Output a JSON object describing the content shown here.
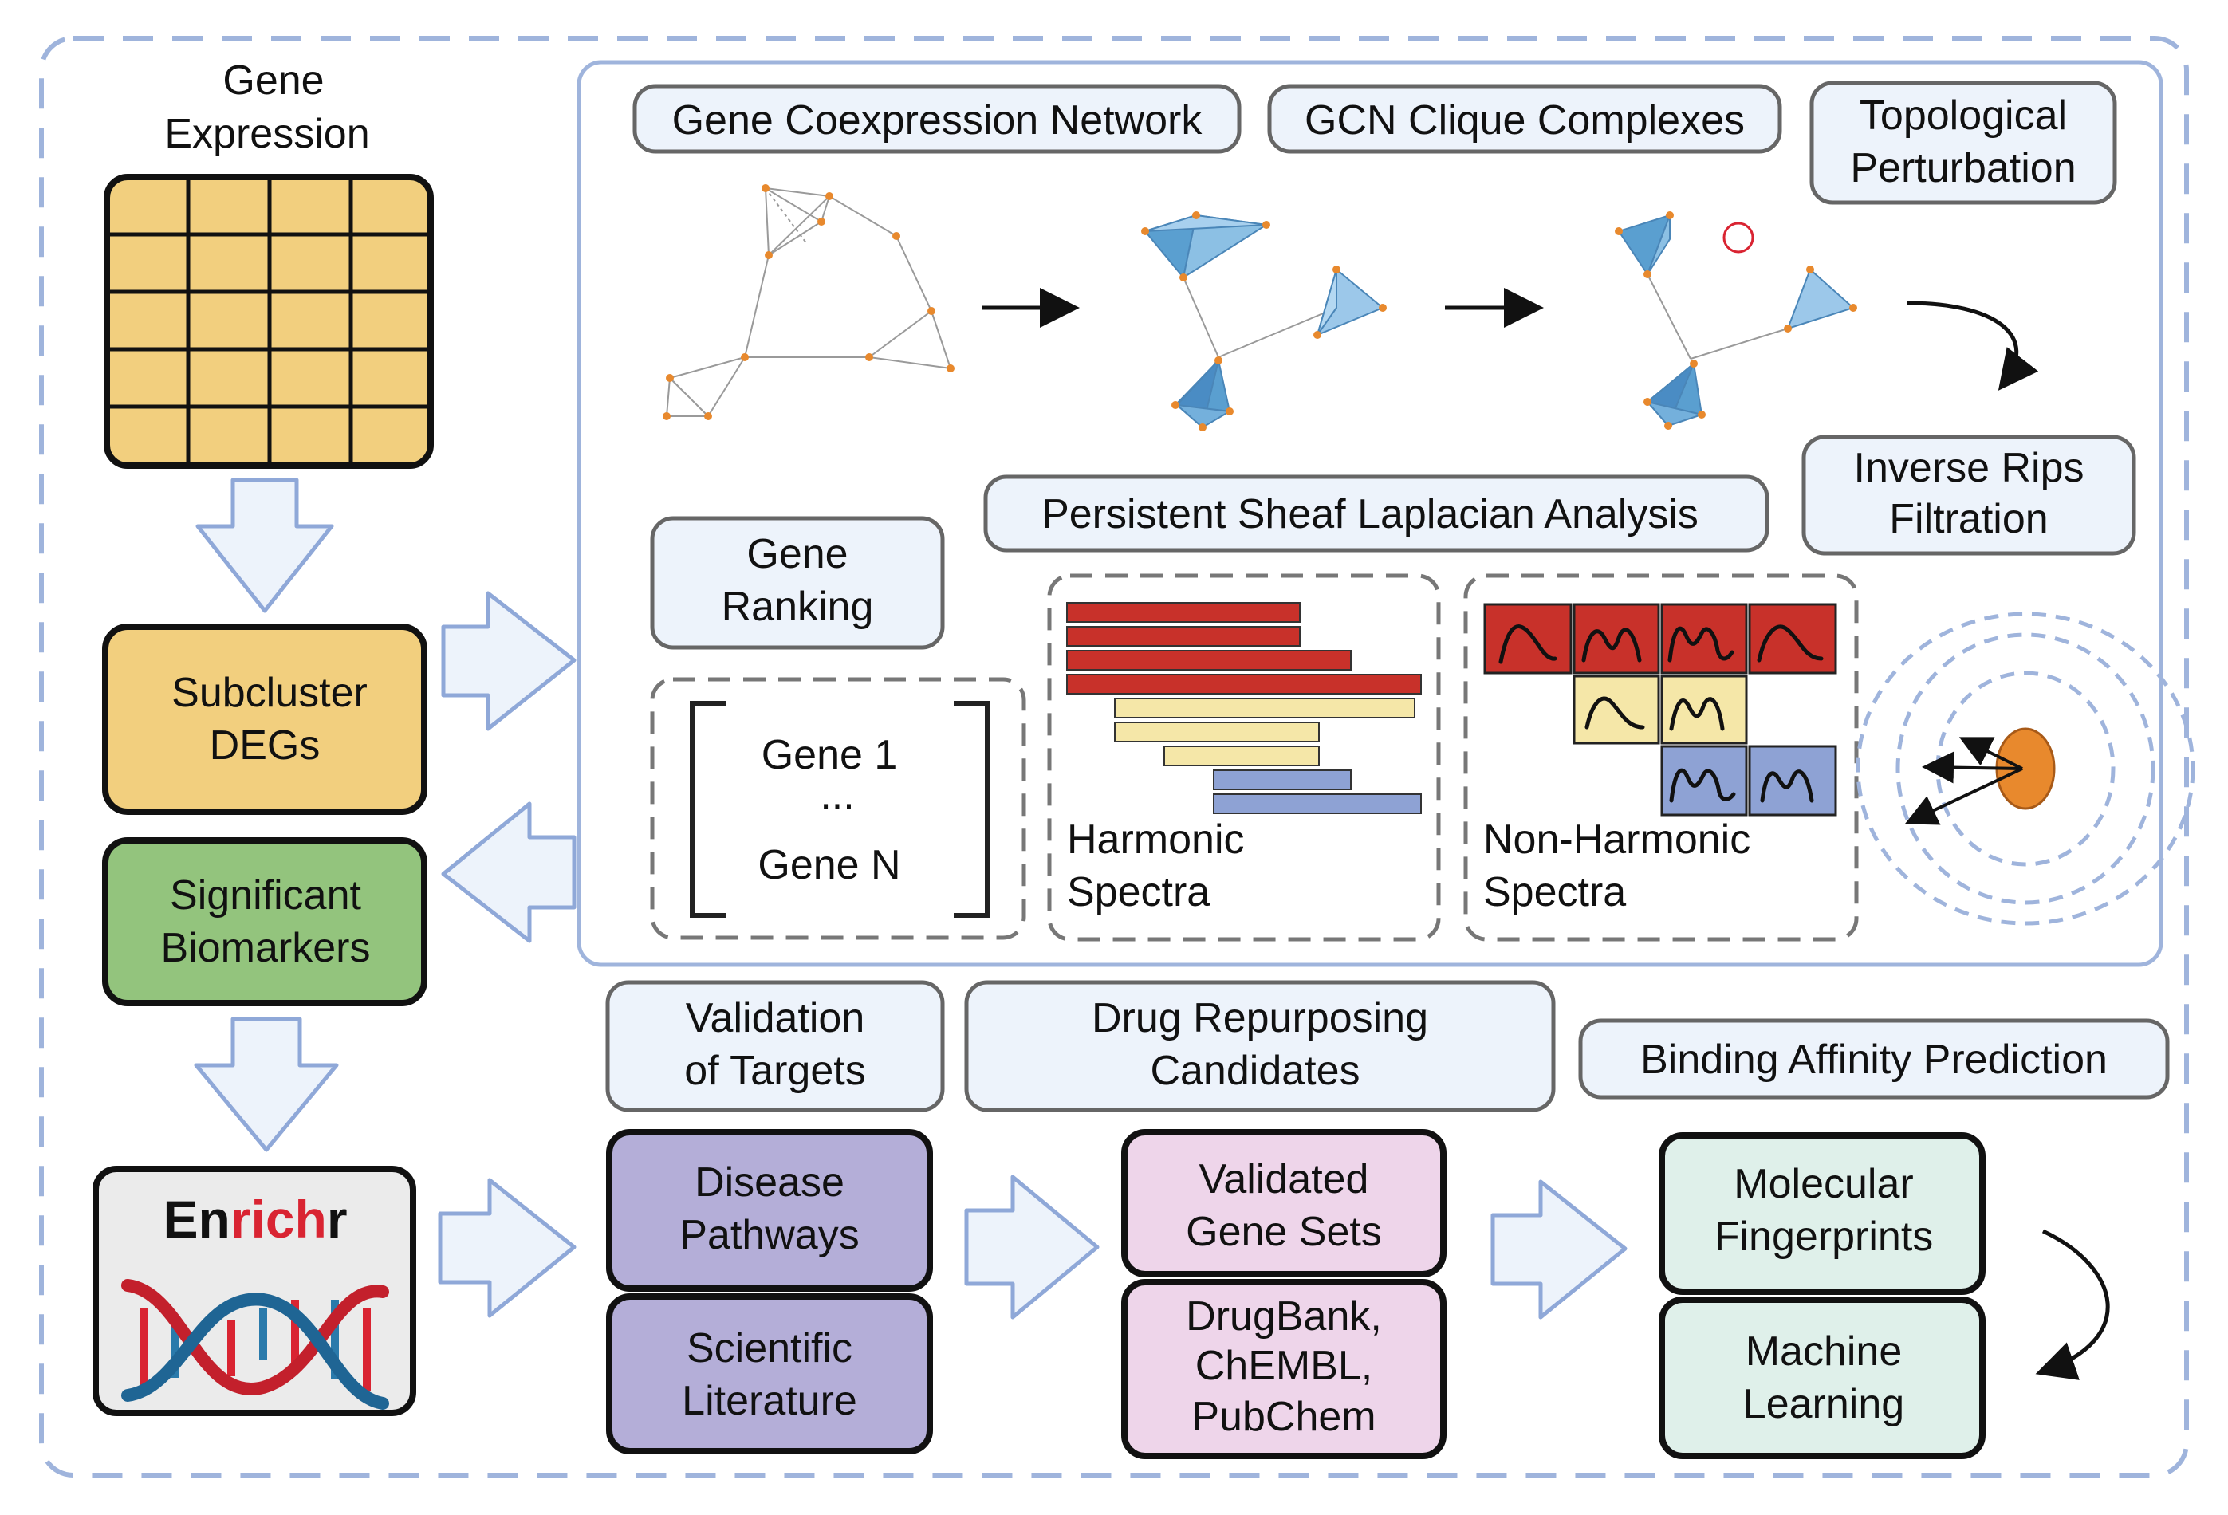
{
  "left_column": {
    "gene_expression": [
      "Gene",
      "Expression"
    ],
    "subcluster_degs": [
      "Subcluster",
      "DEGs"
    ],
    "significant_biomarkers": [
      "Significant",
      "Biomarkers"
    ],
    "enrichr_logo": {
      "part1": "En",
      "part2": "rich",
      "part3": "r"
    }
  },
  "top_panel": {
    "gene_coexpression_network": "Gene Coexpression Network",
    "gcn_clique_complexes": "GCN Clique Complexes",
    "topological_perturbation": [
      "Topological",
      "Perturbation"
    ],
    "inverse_rips_filtration": [
      "Inverse Rips",
      "Filtration"
    ],
    "persistent_sheaf_laplacian": "Persistent Sheaf Laplacian Analysis",
    "gene_ranking": [
      "Gene",
      "Ranking"
    ],
    "gene_list": [
      "Gene 1",
      "...",
      "Gene N"
    ],
    "harmonic_spectra": [
      "Harmonic",
      "Spectra"
    ],
    "non_harmonic_spectra": [
      "Non-Harmonic",
      "Spectra"
    ]
  },
  "bottom_row": {
    "validation_of_targets": [
      "Validation",
      "of Targets"
    ],
    "drug_repurposing_candidates": [
      "Drug Repurposing",
      "Candidates"
    ],
    "binding_affinity_prediction": "Binding Affinity Prediction",
    "disease_pathways": [
      "Disease",
      "Pathways"
    ],
    "scientific_literature": [
      "Scientific",
      "Literature"
    ],
    "validated_gene_sets": [
      "Validated",
      "Gene Sets"
    ],
    "databases": [
      "DrugBank,",
      "ChEMBL,",
      "PubChem"
    ],
    "molecular_fingerprints": [
      "Molecular",
      "Fingerprints"
    ],
    "machine_learning": [
      "Machine",
      "Learning"
    ]
  },
  "colors": {
    "panel_border": "#9fb4dc",
    "yellow_box": "#f2cf7e",
    "green_box": "#93c47d",
    "purple_box": "#b4aed8",
    "pink_box": "#eed5ea",
    "mint_box": "#dff0ea",
    "label_fill": "#edf3fb",
    "arrow_fill": "#edf3fb",
    "arrow_stroke": "#8fa8d8",
    "red_bar": "#c8312a",
    "pale_yellow_bar": "#f5e7a8",
    "blue_bar": "#8ea2d4",
    "node_orange": "#e8892d",
    "tetra_blue": "#5a9fd0"
  }
}
